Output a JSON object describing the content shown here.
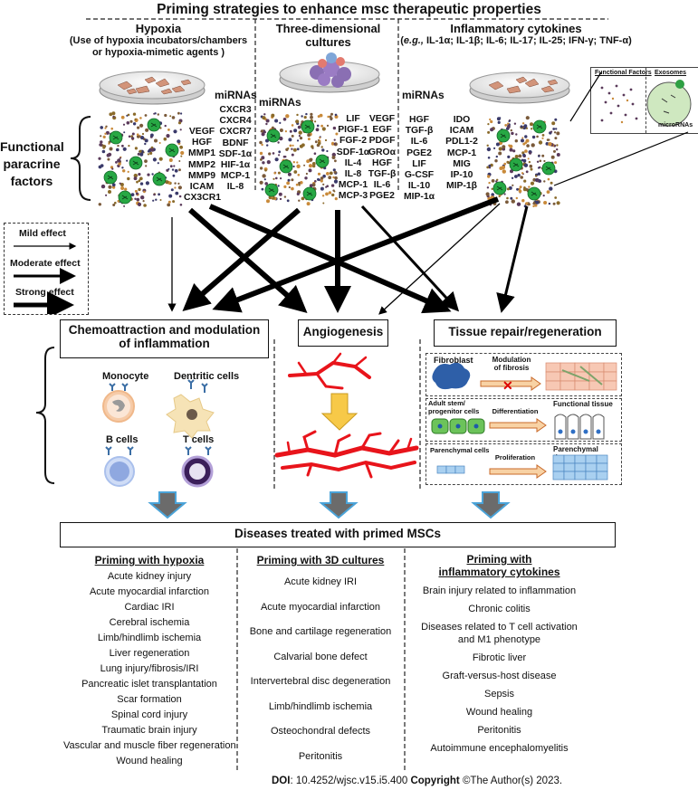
{
  "title": "Priming strategies to enhance msc therapeutic properties",
  "columns": {
    "hypoxia": {
      "title": "Hypoxia",
      "subtitle_line1": "(Use of hypoxia incubators/chambers",
      "subtitle_line2": "or hypoxia-mimetic agents )",
      "mirnas_label": "miRNAs",
      "factors_a": [
        "VEGF",
        "HGF",
        "MMP1",
        "MMP2",
        "MMP9",
        "ICAM",
        "CX3CR1"
      ],
      "factors_b": [
        "CXCR3",
        "CXCR4",
        "CXCR7",
        "BDNF",
        "SDF-1α",
        "HIF-1α",
        "MCP-1",
        "IL-8"
      ]
    },
    "three_d": {
      "title_line1": "Three-dimensional",
      "title_line2": "cultures",
      "mirnas_label": "miRNAs",
      "factors_a": [
        "LIF",
        "PIGF-1",
        "FGF-2",
        "SDF-1α",
        "IL-4",
        "IL-8",
        "MCP-1",
        "MCP-3"
      ],
      "factors_b": [
        "VEGF",
        "EGF",
        "PDGF",
        "GROα",
        "HGF",
        "TGF-β",
        "IL-6",
        "PGE2"
      ]
    },
    "cytokines": {
      "title": "Inflammatory cytokines",
      "subtitle_eg": "e.g.,",
      "subtitle_list": "IL-1α; IL-1β; IL-6; IL-17; IL-25; IFN-γ; TNF-α",
      "mirnas_label": "miRNAs",
      "factors_a": [
        "HGF",
        "TGF-β",
        "IL-6",
        "PGE2",
        "LIF",
        "G-CSF",
        "IL-10",
        "MIP-1α"
      ],
      "factors_b": [
        "IDO",
        "ICAM",
        "PDL1-2",
        "MCP-1",
        "MIG",
        "IP-10",
        "MIP-1β"
      ]
    }
  },
  "functional_label": [
    "Functional",
    "paracrine",
    "factors"
  ],
  "inset": {
    "functional_factors": "Functional Factors",
    "exosomes": "Exosomes",
    "microrna": "microRNAs"
  },
  "legend": {
    "mild": "Mild effect",
    "moderate": "Moderate effect",
    "strong": "Strong effect"
  },
  "outcomes": {
    "chemo_line1": "Chemoattraction and modulation",
    "chemo_line2": "of inflammation",
    "angio": "Angiogenesis",
    "tissue": "Tissue repair/regeneration"
  },
  "cells": {
    "monocyte": "Monocyte",
    "dendritic": "Dentritic cells",
    "bcells": "B cells",
    "tcells": "T cells"
  },
  "tissue_panels": {
    "fibroblast": "Fibroblast",
    "modulation_line1": "Modulation",
    "modulation_line2": "of fibrosis",
    "adult_line1": "Adult stem/",
    "adult_line2": "progenitor cells",
    "differentiation": "Differentiation",
    "functional_tissue": "Functional tissue",
    "parenchymal_cells": "Parenchymal cells",
    "proliferation": "Proliferation",
    "parenchymal_tissue": "Parenchymal tissue"
  },
  "diseases_title": "Diseases treated with primed MSCs",
  "diseases": {
    "hypoxia": {
      "title": "Priming with hypoxia",
      "items": [
        "Acute kidney injury",
        "Acute myocardial infarction",
        "Cardiac IRI",
        "Cerebral ischemia",
        "Limb/hindlimb ischemia",
        "Liver regeneration",
        "Lung injury/fibrosis/IRI",
        "Pancreatic islet transplantation",
        "Scar formation",
        "Spinal cord injury",
        "Traumatic brain injury",
        "Vascular and muscle fiber regeneration",
        "Wound healing"
      ]
    },
    "three_d": {
      "title": "Priming  with 3D cultures",
      "items": [
        "Acute kidney IRI",
        "Acute myocardial infarction",
        "Bone and cartilage regeneration",
        "Calvarial bone defect",
        "Intervertebral disc degeneration",
        "Limb/hindlimb ischemia",
        "Osteochondral defects",
        "Peritonitis"
      ]
    },
    "cytokines": {
      "title_line1": "Priming with",
      "title_line2": "inflammatory cytokines",
      "items": [
        "Brain injury related to inflammation",
        "Chronic colitis",
        "Diseases related to T cell activation and M1 phenotype",
        "Fibrotic liver",
        "Graft-versus-host disease",
        "Sepsis",
        "Wound healing",
        "Peritonitis",
        "Autoimmune encephalomyelitis"
      ]
    }
  },
  "footer": {
    "doi_label": "DOI",
    "doi": ": 10.4252/wjsc.v15.i5.400 ",
    "copyright_label": "Copyright",
    "copyright": " ©The Author(s) 2023."
  }
}
